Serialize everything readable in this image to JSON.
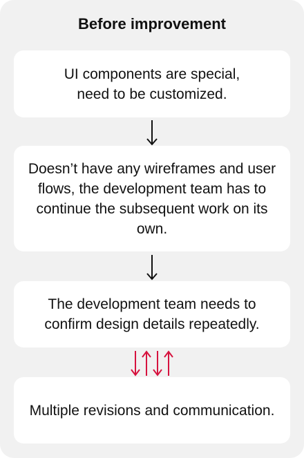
{
  "title": "Before improvement",
  "steps": [
    {
      "text": "UI components are special,\nneed to be customized."
    },
    {
      "text": "Doesn’t have any wireframes and user flows, the development team has to continue the subsequent work on its own."
    },
    {
      "text": "The development team needs to confirm design details repeatedly."
    },
    {
      "text": "Multiple revisions and communication."
    }
  ],
  "colors": {
    "panel_background": "#f1f1f1",
    "card_background": "#ffffff",
    "connector_arrow": "#111111",
    "iteration_arrows": "#d6123e"
  }
}
